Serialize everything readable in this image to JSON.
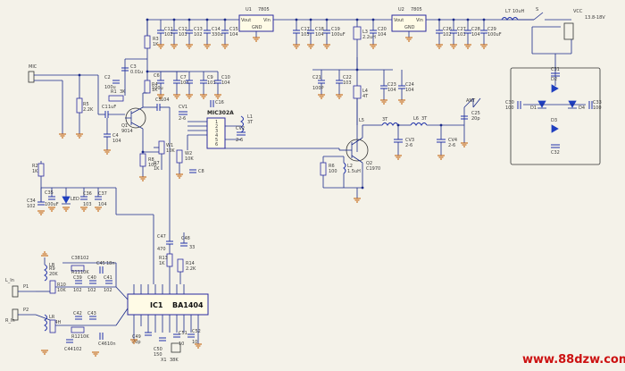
{
  "schematic": {
    "regulators": [
      {
        "ref": "U1",
        "part": "7805",
        "pin_in": "Vin",
        "pin_out": "Vout",
        "pin_gnd": "GND"
      },
      {
        "ref": "U2",
        "part": "7805",
        "pin_in": "Vin",
        "pin_out": "Vout",
        "pin_gnd": "GND"
      }
    ],
    "ic": {
      "ref": "IC1",
      "part": "BA1404"
    },
    "mixer": {
      "ref": "MIC302A"
    },
    "transistors": [
      {
        "ref": "Q1",
        "part": "9014"
      },
      {
        "ref": "Q2",
        "part": "C1970"
      }
    ],
    "power": {
      "label": "VCC",
      "voltage": "13.8-18V",
      "switch": "S",
      "inductor": "L7",
      "inductor_value": "10uH"
    },
    "antenna": "ANT",
    "inputs": {
      "mic": "MIC",
      "left": "L_In",
      "right": "R_In",
      "p1": "P1",
      "p2": "P2"
    },
    "labels": {
      "R1": "R1",
      "R1v": "3K",
      "R3": "R3",
      "R3v": "1K",
      "R2": "R2",
      "R2v": "1K",
      "R4": "R4",
      "R4v": "1K",
      "R5": "R5",
      "R5v": "2.2K",
      "R6": "R6",
      "R6v": "100",
      "R7": "R7",
      "R7v": "1K",
      "R8": "R8",
      "R8v": "100",
      "R9": "R9",
      "R9v": "20K",
      "R10": "R10",
      "R10v": "10K",
      "R11": "R11",
      "R11v": "10K",
      "R12": "R12",
      "R12v": "10K",
      "R13": "R13",
      "R13v": "1K",
      "R14": "R14",
      "R14v": "2.2K",
      "C1": "C1",
      "C1v": "1uF",
      "C2": "C2",
      "C2v": "100u",
      "C3": "C3",
      "C3v": "0.01u",
      "C4": "C4",
      "C4v": "104",
      "C5": "C5",
      "C5v": "104",
      "C6": "C6",
      "C6v": "100u",
      "C7": "C7",
      "C7v": "104",
      "C8": "C8",
      "C8v": "104",
      "C9": "C9",
      "C10": "C10",
      "C11": "C11",
      "C12": "C12",
      "C13": "C13",
      "C14": "C14",
      "C15": "C15",
      "C16": "C16",
      "C17": "C17",
      "C18": "C18",
      "C19": "C19",
      "C20": "C20",
      "C21": "C21",
      "C22": "C22",
      "C23": "C23",
      "C24": "C24",
      "C25": "C25",
      "C26": "C26",
      "C27": "C27",
      "C28": "C28",
      "C29": "C29",
      "C30": "C30",
      "C31": "C31",
      "C32": "C32",
      "C33": "C33",
      "C34": "C34",
      "C35": "C35",
      "C36": "C36",
      "C37": "C37",
      "C38": "C38",
      "C39": "C39",
      "C40": "C40",
      "C41": "C41",
      "C42": "C42",
      "C43": "C43",
      "C44": "C44",
      "C45": "C45",
      "C46": "C46",
      "C47": "C47",
      "C48": "C48",
      "C49": "C49",
      "C50": "C50",
      "C51": "C51",
      "C52": "C52",
      "v104": "104",
      "v103": "103",
      "v102": "102",
      "v100": "100",
      "v10": "10",
      "v330u": "330u",
      "v100p": "100P",
      "v100u": "100uF",
      "v20p": "20p",
      "v33": "33",
      "v470": "470",
      "v18n": "18n",
      "v150": "150",
      "v10n": "10n",
      "L1": "L1",
      "L1v": "3T",
      "L2": "L2",
      "L2v": "1.5uH",
      "L3": "L3",
      "L3v": "2.2uH",
      "L4": "L4",
      "L4v": "4T",
      "L5": "L5",
      "L5v": "3T",
      "L6": "L6",
      "L6v": "3T",
      "CV1": "CV1",
      "CV1v": "2-6",
      "CV2": "CV2",
      "CV2v": "2-6",
      "CV3": "CV3",
      "CV3v": "2-6",
      "CV4": "CV4",
      "CV4v": "2-6",
      "W1": "W1",
      "W1v": "10K",
      "W2": "W2",
      "W2v": "10K",
      "LED": "LED",
      "D1": "D1",
      "D2": "D2",
      "D3": "D3",
      "D4": "D4",
      "LB": "LB",
      "LBv": "104H",
      "LR": "LR",
      "X1": "X1",
      "X1v": "38K"
    },
    "pins": [
      "1",
      "2",
      "3",
      "4",
      "5",
      "6"
    ]
  },
  "watermark": "www.88dzw.com",
  "colors": {
    "wire": "#1a2a8a",
    "ground": "#c05a00",
    "background": "#f4f2e9",
    "ic_fill": "#fffbe6",
    "watermark": "#cc1111"
  }
}
